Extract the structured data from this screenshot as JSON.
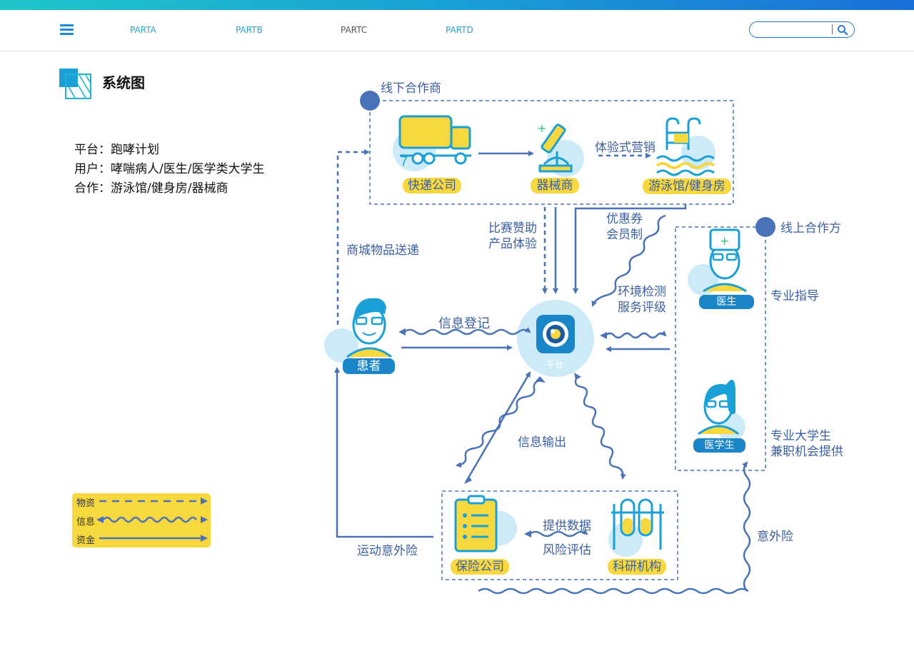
{
  "nav": {
    "items": [
      "PARTA",
      "PARTB",
      "PARTC",
      "PARTD"
    ],
    "search_value": ""
  },
  "section": {
    "title": "系统图"
  },
  "info": {
    "platform": "平台：跑哮计划",
    "users": "用户：哮喘病人/医生/医学类大学生",
    "partners": "合作：游泳馆/健身房/器械商"
  },
  "legend": {
    "material": "物资",
    "info": "信息",
    "money": "资金"
  },
  "diagram": {
    "offline_group": "线下合作商",
    "online_group": "线上合作方",
    "nodes": {
      "courier": "快递公司",
      "equipment": "器械商",
      "gym": "游泳馆/健身房",
      "patient": "患者",
      "platform": "平台",
      "doctor": "医生",
      "student": "医学生",
      "insurance": "保险公司",
      "research": "科研机构"
    },
    "edges": {
      "experience_marketing": "体验式营销",
      "mall_delivery": "商城物品送递",
      "sponsor_line1": "比赛赞助",
      "sponsor_line2": "产品体验",
      "coupon_line1": "优惠券",
      "coupon_line2": "会员制",
      "env_line1": "环境检测",
      "env_line2": "服务评级",
      "register": "信息登记",
      "pro_guidance": "专业指导",
      "student_line1": "专业大学生",
      "student_line2": "兼职机会提供",
      "info_output": "信息输出",
      "data_line1": "提供数据",
      "data_line2": "风险评估",
      "sports_insurance": "运动意外险",
      "accident_insurance": "意外险"
    }
  },
  "colors": {
    "blue": "#4a72b8",
    "accent": "#1a86c8",
    "yellow": "#f7d93f",
    "light": "#cdeaf8"
  }
}
